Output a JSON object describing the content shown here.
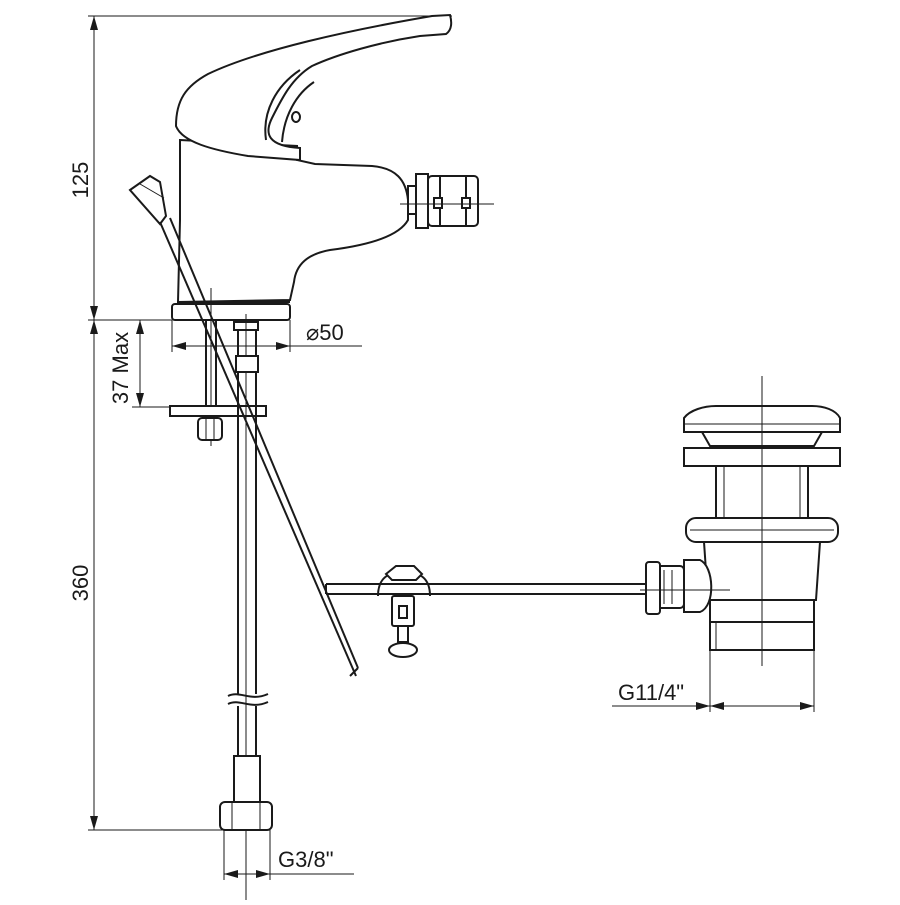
{
  "dimensions": {
    "height_top": "125",
    "deck_thickness": "37 Max",
    "hose_length": "360",
    "base_diameter": "⌀50",
    "inlet_thread": "G3/8\"",
    "waste_thread": "G11/4\""
  }
}
